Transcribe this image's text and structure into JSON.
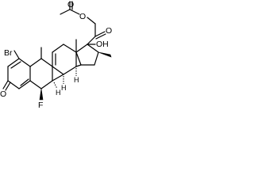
{
  "structure": {
    "atoms": {
      "bromine": "Br",
      "fluorine": "F",
      "hydroxyl": "OH",
      "ketone_ring_oxygen": "O",
      "ketone_chain_oxygen": "O",
      "ester_oxygen": "O",
      "acetyl_oxygen": "O",
      "stereo_h_1": "H",
      "stereo_h_2": "H",
      "stereo_h_3": "H"
    }
  }
}
